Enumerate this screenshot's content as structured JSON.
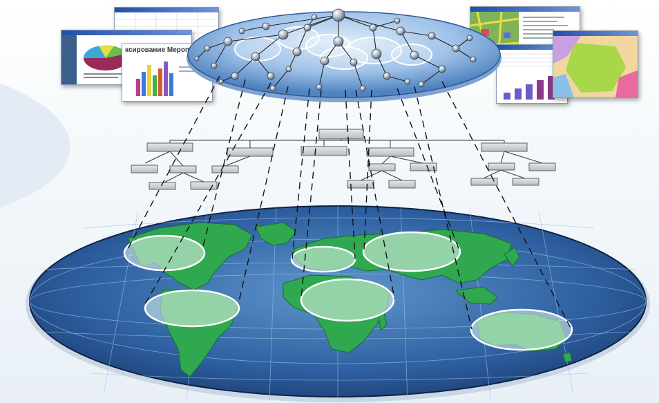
{
  "screens": {
    "report_title_fragment": "ксирование Мероприя"
  },
  "colors": {
    "background": "#f4f8fb",
    "map_disc": "#2d5fa0",
    "continents": "#2fa84f",
    "network_disc": "#a9c8ea",
    "hierarchy_box": "#c8ccd1",
    "links": "#111111",
    "highlight_ring": "#ffffff"
  },
  "icons": [
    "network-node-icon",
    "world-map",
    "org-chart-box"
  ]
}
